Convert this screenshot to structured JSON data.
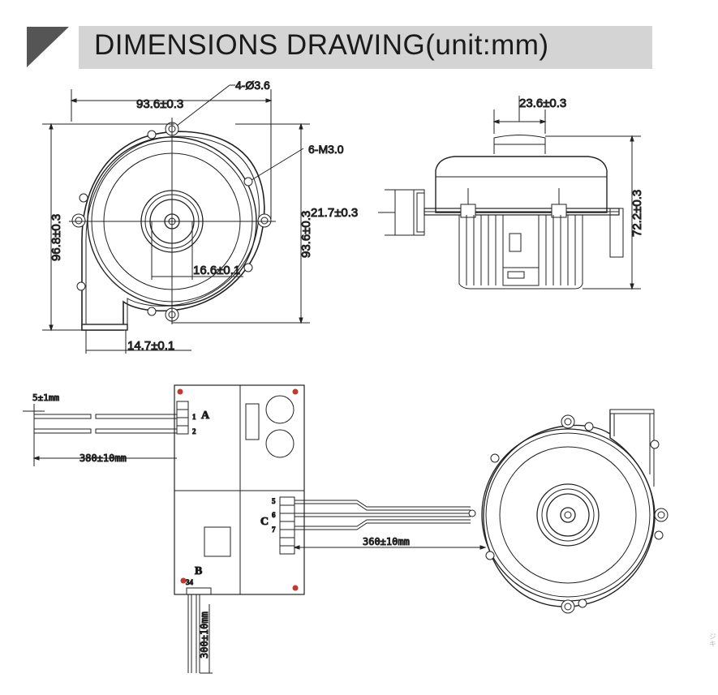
{
  "title": "DIMENSIONS DRAWING(unit:mm)",
  "front_view": {
    "width": "93.6±0.3",
    "holes": "4-Ø3.6",
    "screws": "6-M3.0",
    "overall_height": "96.8±0.3",
    "body_height": "93.6±0.3",
    "hub": "16.6±0.1",
    "outlet": "14.7±0.1"
  },
  "side_view": {
    "top_width": "23.6±0.3",
    "inlet_height": "21.7±0.3",
    "total_height": "72.2±0.3"
  },
  "wiring": {
    "strip": "5±1mm",
    "lead_a": "380±10mm",
    "lead_b": "300±10mm",
    "lead_c": "360±10mm",
    "label_a": "A",
    "label_b": "B",
    "label_c": "C",
    "pin1": "1",
    "pin2": "2",
    "pin34": "34",
    "pin5": "5",
    "pin6": "6",
    "pin7": "7"
  },
  "watermark": "ジキ"
}
